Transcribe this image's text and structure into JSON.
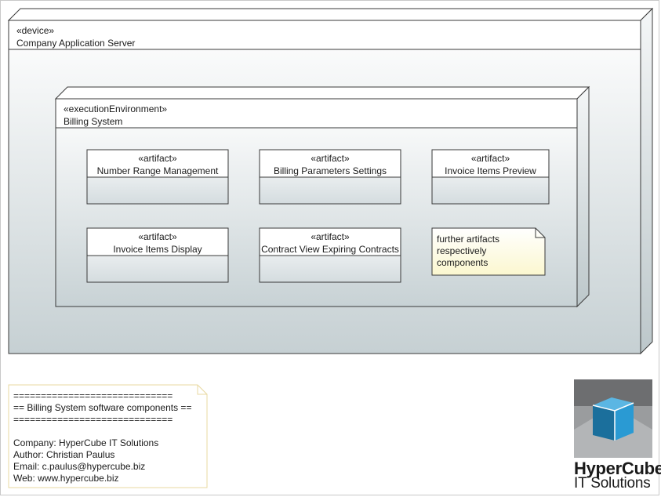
{
  "device": {
    "stereotype": "«device»",
    "name": "Company Application Server"
  },
  "environment": {
    "stereotype": "«executionEnvironment»",
    "name": "Billing System"
  },
  "artifacts": [
    {
      "stereotype": "«artifact»",
      "name": "Number Range Management"
    },
    {
      "stereotype": "«artifact»",
      "name": "Billing Parameters Settings"
    },
    {
      "stereotype": "«artifact»",
      "name": "Invoice Items Preview"
    },
    {
      "stereotype": "«artifact»",
      "name": "Invoice Items Display"
    },
    {
      "stereotype": "«artifact»",
      "name": "Contract View Expiring Contracts"
    }
  ],
  "further_note": {
    "lines": [
      "further artifacts",
      "respectively",
      "components"
    ]
  },
  "info_note": {
    "lines": [
      "=============================",
      "== Billing System software components ==",
      "=============================",
      "",
      "Company: HyperCube IT Solutions",
      "Author: Christian Paulus",
      "Email: c.paulus@hypercube.biz",
      "Web: www.hypercube.biz"
    ]
  },
  "logo": {
    "line1": "HyperCube",
    "line2": "IT Solutions"
  },
  "colors": {
    "node_fill_top": "#ffffff",
    "node_fill_bottom": "#c9d3d6",
    "node_border": "#3a3a3a",
    "note_fill": "#fffff0",
    "info_note_border": "#e8d9a0",
    "logo_gray_dark": "#6d6e70",
    "logo_gray_light": "#b3b5b7",
    "cube_blue": "#1e8fc8"
  }
}
